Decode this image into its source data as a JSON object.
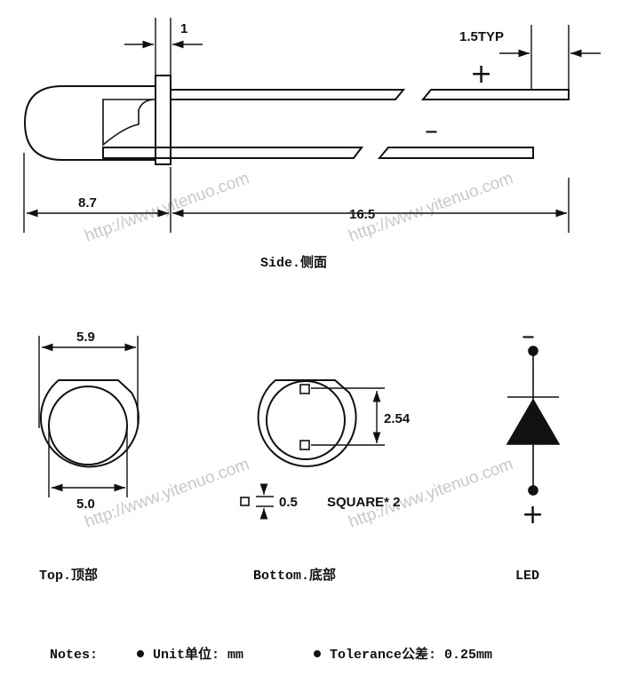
{
  "watermark": "http://www.yitenuo.com",
  "side": {
    "lead_spacing_dim": "1",
    "lead_width_dim": "1.5TYP",
    "body_length_dim": "8.7",
    "lead_length_dim": "16.5",
    "anode_symbol": "+",
    "cathode_symbol": "–",
    "caption": "Side.侧面"
  },
  "top": {
    "outer_dim": "5.9",
    "inner_dim": "5.0",
    "caption": "Top.顶部"
  },
  "bottom": {
    "pin_pitch_dim": "2.54",
    "pin_size_dim": "0.5",
    "pin_note": "SQUARE* 2",
    "caption": "Bottom.底部"
  },
  "symbol": {
    "cathode": "–",
    "anode": "+",
    "caption": "LED"
  },
  "notes": {
    "label": "Notes:",
    "unit": "Unit单位: mm",
    "tolerance": "Tolerance公差: 0.25mm"
  }
}
